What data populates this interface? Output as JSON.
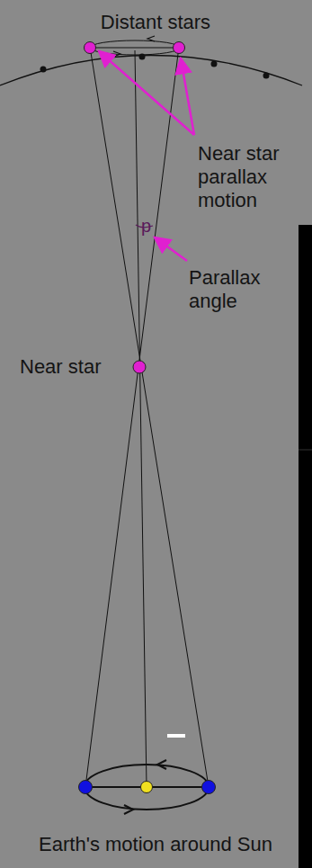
{
  "diagram": {
    "labels": [
      "Distant stars",
      "Near star parallax motion",
      "p",
      "Parallax angle",
      "Near star",
      "Earth's motion around Sun"
    ]
  }
}
